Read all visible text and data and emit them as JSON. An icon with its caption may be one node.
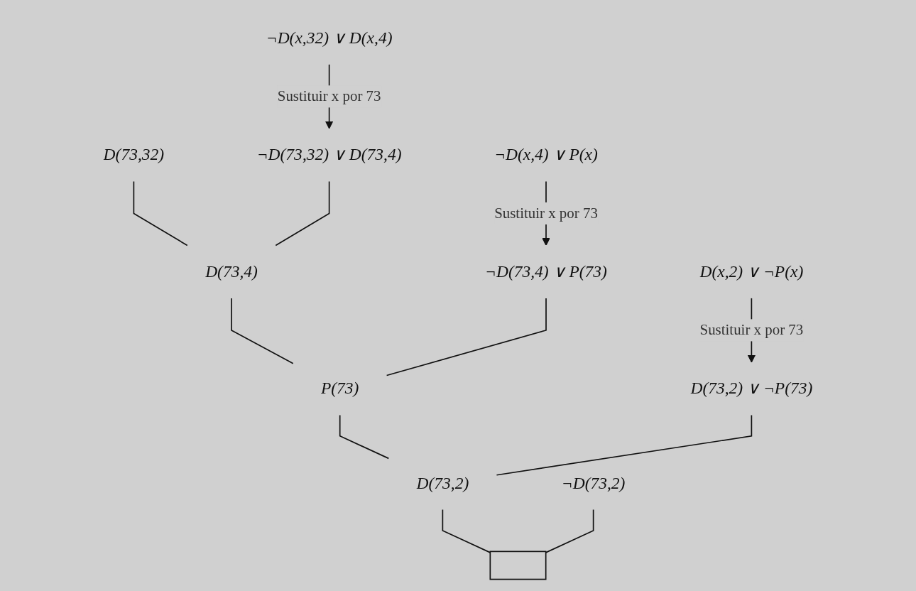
{
  "diagram": {
    "nodes": [
      {
        "text": [
          "D(73,32)"
        ]
      },
      {
        "text": [
          "¬D(x,32) ∨ D(x,4)"
        ]
      },
      {
        "text": [
          "¬D(73,32) ∨ D(73,4)"
        ]
      },
      {
        "text": [
          "D(73,4)"
        ]
      },
      {
        "text": [
          "¬D(x,4) ∨ P(x)"
        ]
      },
      {
        "text": [
          "¬D(73,4) ∨ P(73)"
        ]
      },
      {
        "text": [
          "P(73)"
        ]
      },
      {
        "text": [
          "D(x,2) ∨ ¬P(x)"
        ]
      },
      {
        "text": [
          "D(73,2) ∨ ¬P(73)"
        ]
      },
      {
        "text": [
          "D(73,2)"
        ]
      },
      {
        "text": [
          "¬D(73,2)"
        ]
      },
      {
        "text": [],
        "shape": "box"
      }
    ],
    "edges": [
      {
        "from": 1,
        "to": 2,
        "arrow": "to",
        "label": "Sustituir x por 73"
      },
      {
        "from": 0,
        "to": 3,
        "arrow": "none"
      },
      {
        "from": 2,
        "to": 3,
        "arrow": "none"
      },
      {
        "from": 4,
        "to": 5,
        "arrow": "to",
        "label": "Sustituir x por 73"
      },
      {
        "from": 3,
        "to": 6,
        "arrow": "none"
      },
      {
        "from": 5,
        "to": 6,
        "arrow": "none"
      },
      {
        "from": 7,
        "to": 8,
        "arrow": "to",
        "label": "Sustituir x por 73"
      },
      {
        "from": 6,
        "to": 9,
        "arrow": "none"
      },
      {
        "from": 8,
        "to": 9,
        "arrow": "none"
      },
      {
        "from": 9,
        "to": 11,
        "arrow": "none"
      },
      {
        "from": 10,
        "to": 11,
        "arrow": "none"
      }
    ]
  }
}
